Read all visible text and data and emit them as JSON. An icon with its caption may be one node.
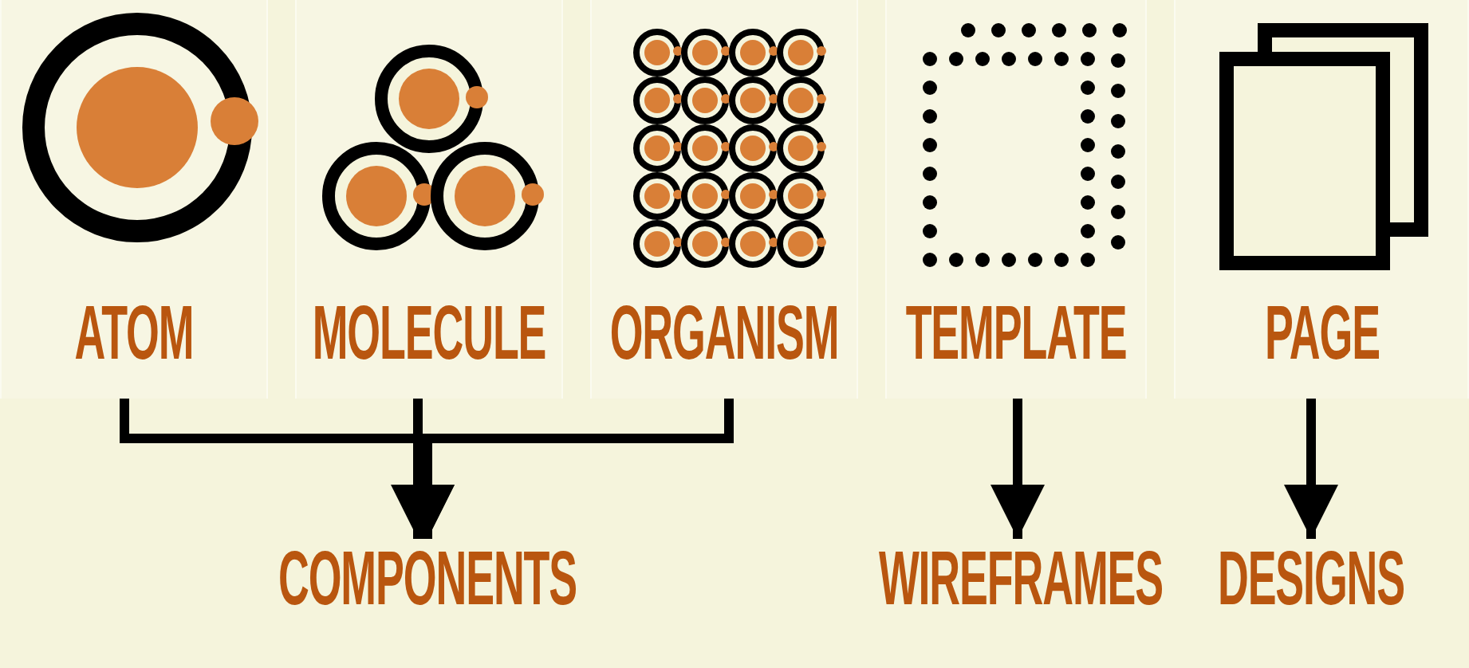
{
  "diagram": {
    "nodes": [
      {
        "text": [
          "ATOM"
        ]
      },
      {
        "text": [
          "MOLECULE"
        ]
      },
      {
        "text": [
          "ORGANISM"
        ]
      },
      {
        "text": [
          "TEMPLATE"
        ]
      },
      {
        "text": [
          "PAGE"
        ]
      },
      {
        "text": [
          "COMPONENTS"
        ]
      },
      {
        "text": [
          "WIREFRAMES"
        ]
      },
      {
        "text": [
          "DESIGNS"
        ]
      }
    ],
    "edges": [
      {
        "from": 0,
        "to": 5,
        "arrow": "to"
      },
      {
        "from": 1,
        "to": 5,
        "arrow": "to"
      },
      {
        "from": 2,
        "to": 5,
        "arrow": "to"
      },
      {
        "from": 3,
        "to": 6,
        "arrow": "to"
      },
      {
        "from": 4,
        "to": 7,
        "arrow": "to"
      }
    ]
  }
}
